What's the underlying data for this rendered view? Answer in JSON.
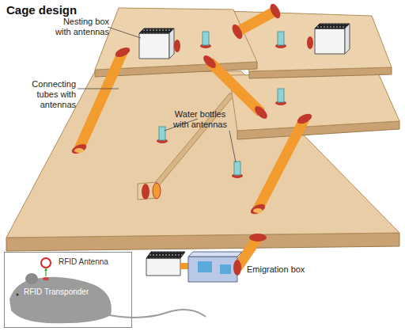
{
  "diagram": {
    "title": "Cage design",
    "nodes": [
      {
        "text": [
          "RFID Antenna",
          "RFID Transponder"
        ]
      }
    ],
    "labels": [
      "Nesting box with antennas",
      "Connecting tubes with antennas",
      "Water bottles with antennas",
      "Emigration box"
    ]
  }
}
